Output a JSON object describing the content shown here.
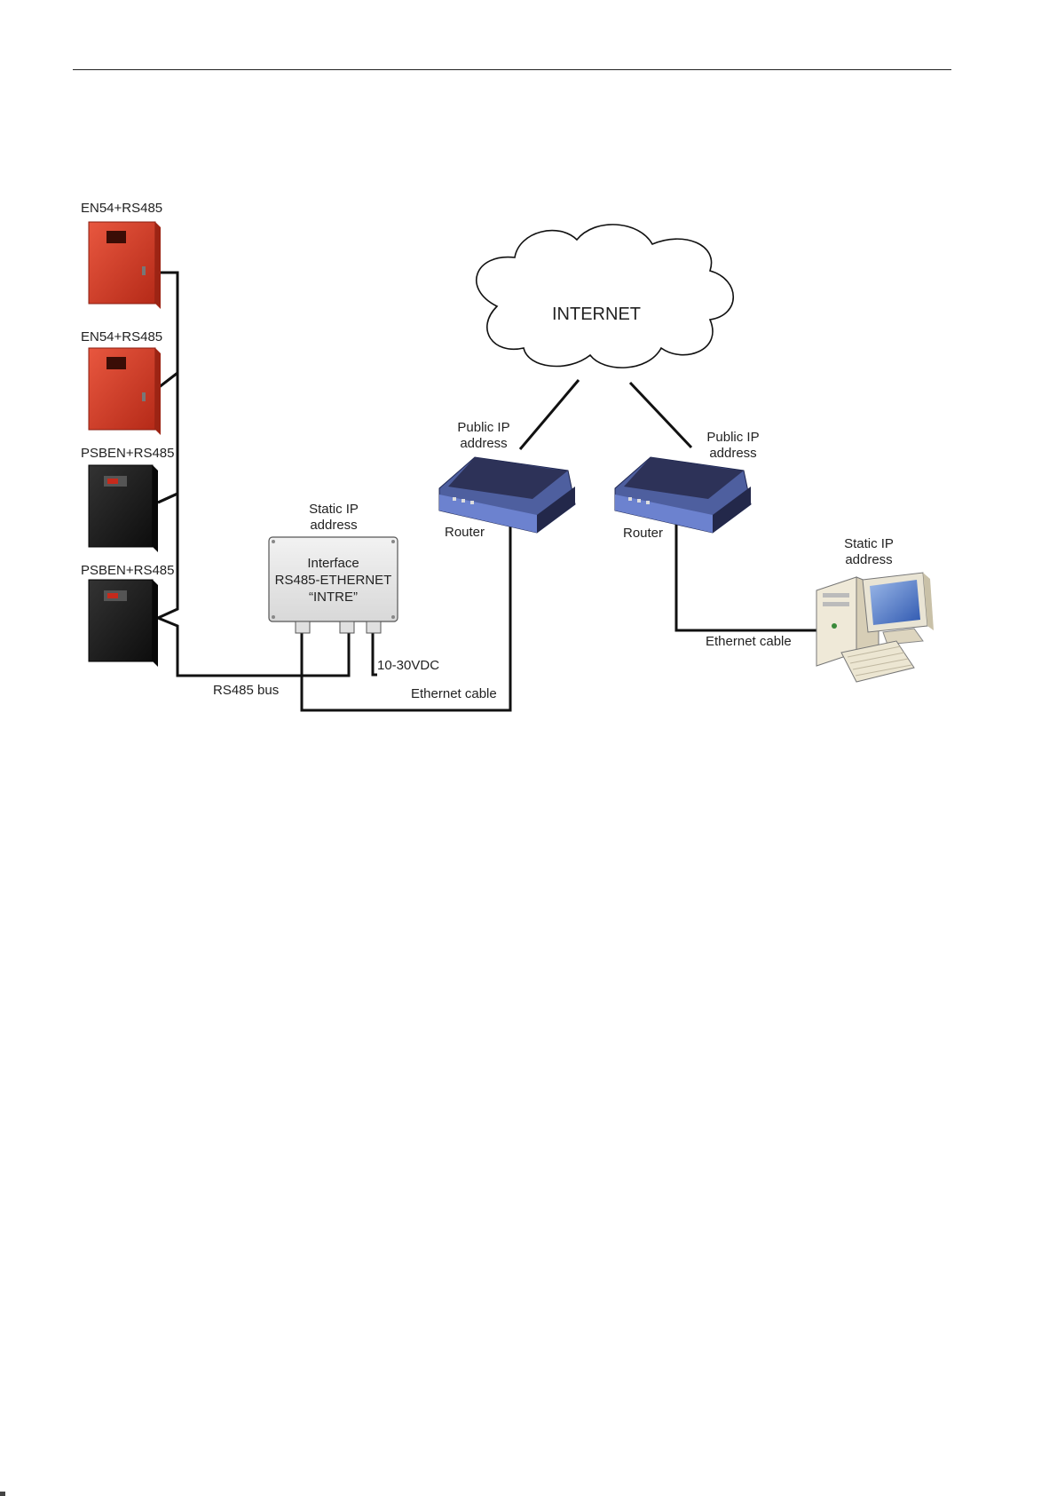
{
  "devices": {
    "panel_1": {
      "label": "EN54+RS485"
    },
    "panel_2": {
      "label": "EN54+RS485"
    },
    "psu_1": {
      "label": "PSBEN+RS485"
    },
    "psu_2": {
      "label": "PSBEN+RS485"
    }
  },
  "interface": {
    "ip_label": "Static IP address",
    "box_text": [
      "Interface",
      "RS485-ETHERNET",
      "“INTRE”"
    ]
  },
  "internet": {
    "label": "INTERNET"
  },
  "router_left": {
    "ip_label": "Public IP address",
    "label": "Router"
  },
  "router_right": {
    "ip_label": "Public IP address",
    "label": "Router"
  },
  "computer": {
    "ip_label": "Static IP address"
  },
  "cables": {
    "rs485": "RS485 bus",
    "power": "10-30VDC",
    "ethernet_left": "Ethernet cable",
    "ethernet_right": "Ethernet cable"
  },
  "colors": {
    "red_enclosure": "#d9402a",
    "black_enclosure": "#1c1c1c",
    "router_blue": "#5a6fb8",
    "interface_gray": "#e6e6e6"
  }
}
